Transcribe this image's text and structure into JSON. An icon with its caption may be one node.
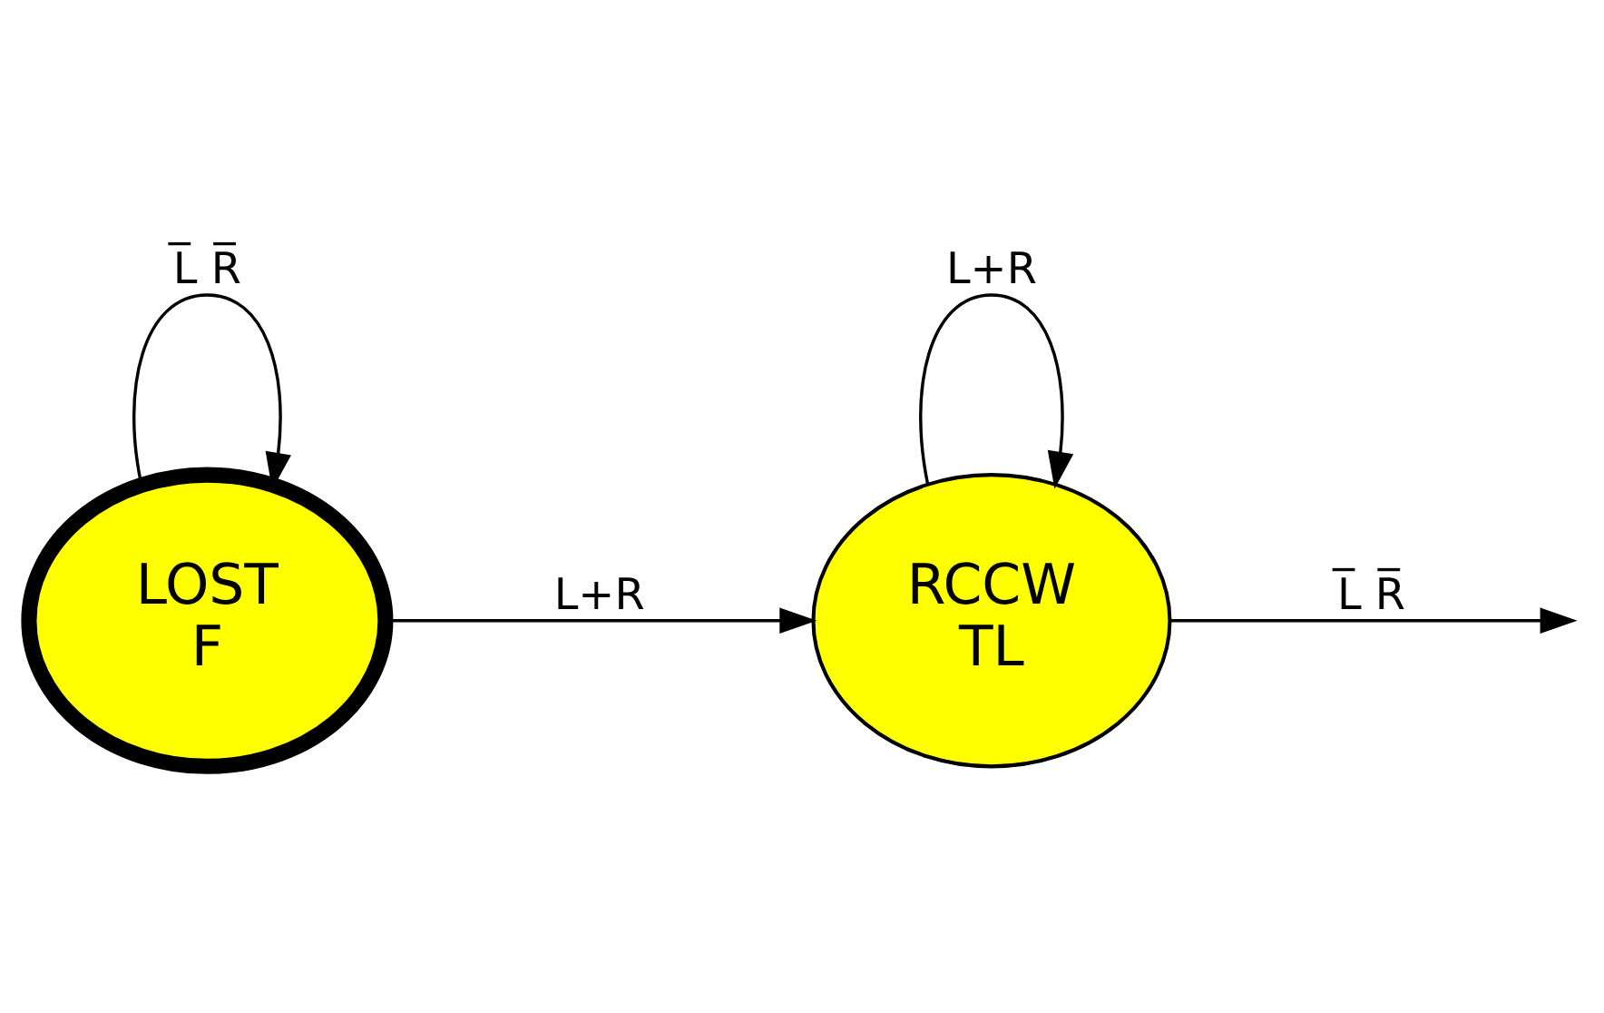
{
  "diagram": {
    "nodes": [
      {
        "text": [
          "LOST",
          "F"
        ]
      },
      {
        "text": [
          "RCCW",
          "TL"
        ]
      }
    ],
    "edges": [
      {
        "from": 0,
        "to": 0,
        "arrow": "to",
        "label": "L̅ R̅"
      },
      {
        "from": 0,
        "to": 1,
        "arrow": "to",
        "label": "L+R"
      },
      {
        "from": 1,
        "to": 1,
        "arrow": "to",
        "label": "L+R"
      },
      {
        "from": 1,
        "to": null,
        "arrow": "to",
        "label": "L̅ R̅"
      }
    ]
  }
}
